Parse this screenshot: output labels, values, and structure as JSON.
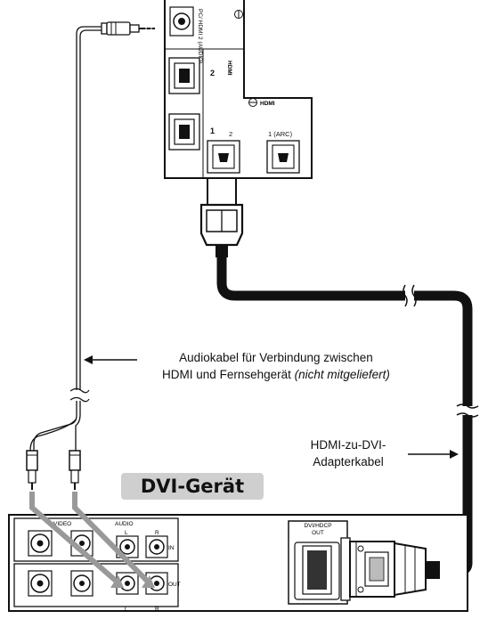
{
  "tv_panel": {
    "pc_hdmi2_audio_label": "PC/ HDMI 2 (AUDIO)",
    "hdmi_vertical_label": "HDMI",
    "hdmi_header_label": "HDMI",
    "port_2_label": "2",
    "port_1_label": "1 (ARC)"
  },
  "annotations": {
    "audio_cable_line1": "Audiokabel für Verbindung zwischen",
    "audio_cable_line2": "HDMI und Fernsehgerät",
    "audio_cable_not_included": "(nicht mitgeliefert)",
    "adapter_line1": "HDMI-zu-DVI-",
    "adapter_line2": "Adapterkabel"
  },
  "dvi_device": {
    "title": "DVI-Gerät",
    "video_label": "VIDEO",
    "audio_label": "AUDIO",
    "l_label": "L",
    "r_label": "R",
    "in_label": "IN",
    "out_label": "OUT",
    "dvi_port_label": "DVI/HDCP",
    "dvi_out_label": "OUT"
  },
  "colors": {
    "line": "#111111",
    "cable_black": "#111111",
    "highlight_arrow": "#999999",
    "title_bg": "#cfcfcf"
  }
}
